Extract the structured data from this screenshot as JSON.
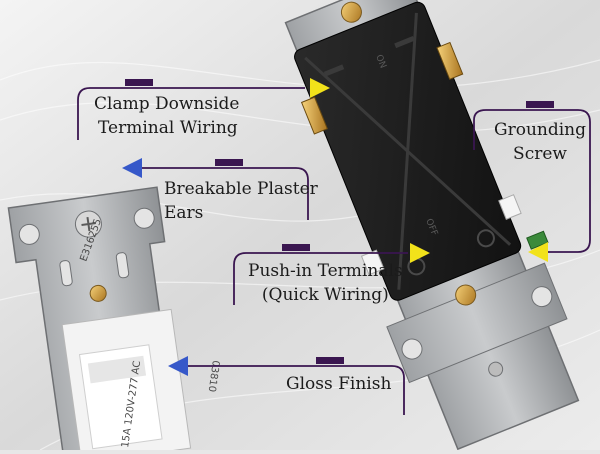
{
  "callouts": [
    {
      "id": "clamp",
      "lines": [
        "Clamp Downside",
        "Terminal Wiring"
      ]
    },
    {
      "id": "ears",
      "lines": [
        "Breakable Plaster",
        "Ears"
      ]
    },
    {
      "id": "grounding",
      "lines": [
        "Grounding",
        "Screw"
      ]
    },
    {
      "id": "pushin",
      "lines": [
        "Push-in Terminals",
        "(Quick Wiring)"
      ]
    },
    {
      "id": "gloss",
      "lines": [
        "Gloss Finish"
      ]
    }
  ],
  "colors": {
    "callout_line": "#3a1650",
    "arrow_yellow": "#f2e21a",
    "arrow_blue": "#3658c9"
  },
  "product_markings": {
    "left_switch": [
      "E316255",
      "15A 120V-277 AC",
      "03810"
    ],
    "right_switch": [
      "ON",
      "OFF"
    ]
  }
}
